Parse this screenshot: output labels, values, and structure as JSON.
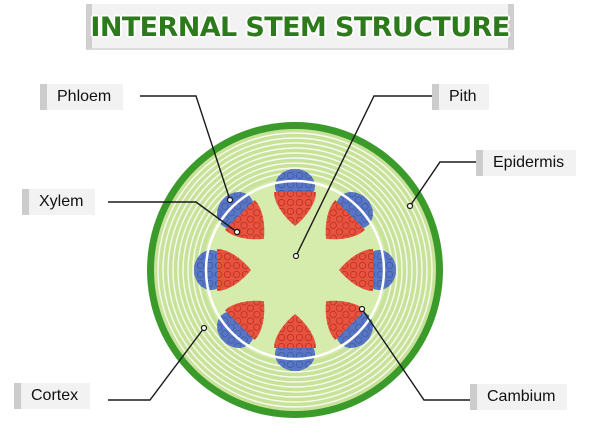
{
  "title": "INTERNAL STEM STRUCTURE",
  "labels": {
    "phloem": "Phloem",
    "xylem": "Xylem",
    "cortex": "Cortex",
    "pith": "Pith",
    "epidermis": "Epidermis",
    "cambium": "Cambium"
  },
  "colors": {
    "epidermis": "#3a9a2a",
    "cortex": "#c8e29a",
    "pith": "#d6ecad",
    "phloem": "#5876c4",
    "xylem": "#e8533f",
    "title": "#2c7a1c"
  },
  "vascular_bundle_count": 8
}
